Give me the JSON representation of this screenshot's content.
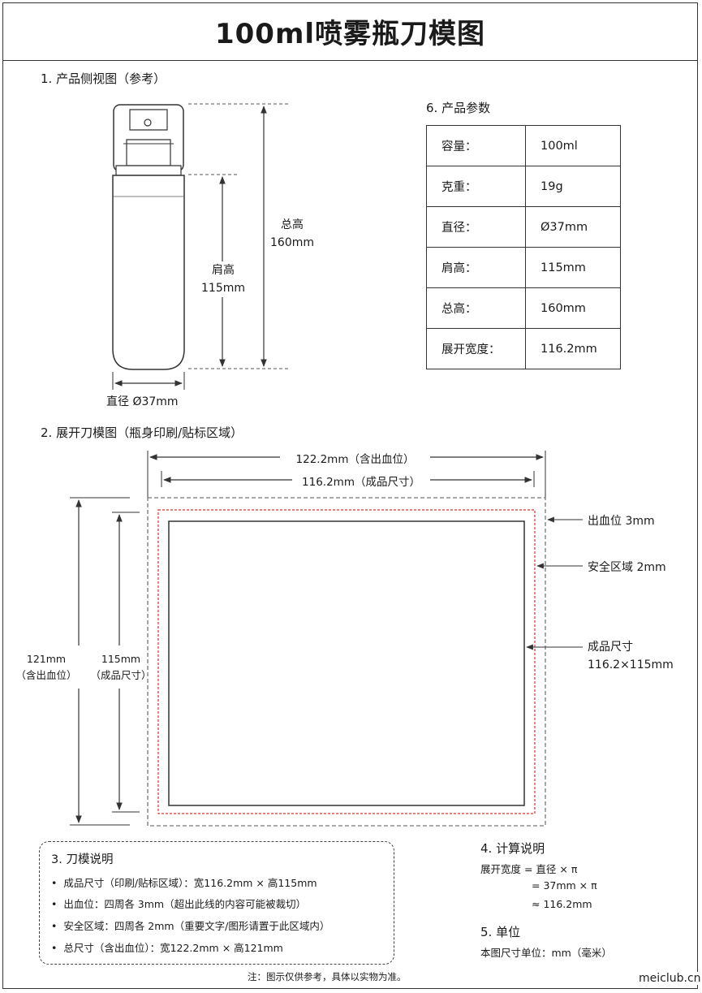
{
  "title": "100ml喷雾瓶刀模图",
  "section1": {
    "title": "1. 产品侧视图（参考）",
    "total_height_label": "总高",
    "total_height_value": "160mm",
    "shoulder_height_label": "肩高",
    "shoulder_height_value": "115mm",
    "diameter_label": "直径  Ø37mm"
  },
  "section6": {
    "title": "6. 产品参数",
    "rows": [
      {
        "key": "容量：",
        "value": "100ml"
      },
      {
        "key": "克重：",
        "value": "19g"
      },
      {
        "key": "直径：",
        "value": "Ø37mm"
      },
      {
        "key": "肩高：",
        "value": "115mm"
      },
      {
        "key": "总高：",
        "value": "160mm"
      },
      {
        "key": "展开宽度：",
        "value": "116.2mm"
      }
    ]
  },
  "section2": {
    "title": "2. 展开刀模图（瓶身印刷/贴标区域）",
    "width_bleed": "122.2mm（含出血位）",
    "width_finished": "116.2mm（成品尺寸）",
    "height_bleed_value": "121mm",
    "height_bleed_note": "（含出血位）",
    "height_finished_value": "115mm",
    "height_finished_note": "（成品尺寸）",
    "bleed_label": "出血位  3mm",
    "safe_label": "安全区域  2mm",
    "finished_label_1": "成品尺寸",
    "finished_label_2": "116.2×115mm"
  },
  "section3": {
    "title": "3. 刀模说明",
    "items": [
      "成品尺寸（印刷/贴标区域）：宽116.2mm × 高115mm",
      "出血位：四周各 3mm（超出此线的内容可能被裁切）",
      "安全区域：四周各 2mm（重要文字/图形请置于此区域内）",
      "总尺寸（含出血位）：宽122.2mm × 高121mm"
    ]
  },
  "section4": {
    "title": "4. 计算说明",
    "line1": "展开宽度 = 直径 × π",
    "line2": "= 37mm × π",
    "line3": "≈ 116.2mm"
  },
  "section5": {
    "title": "5. 单位",
    "text": "本图尺寸单位：mm（毫米）"
  },
  "footer_note": "注：图示仅供参考，具体以实物为准。",
  "watermark": "meiclub.cn",
  "colors": {
    "safe_line": "#e03030",
    "line": "#333333",
    "bleed_line": "#777777"
  }
}
